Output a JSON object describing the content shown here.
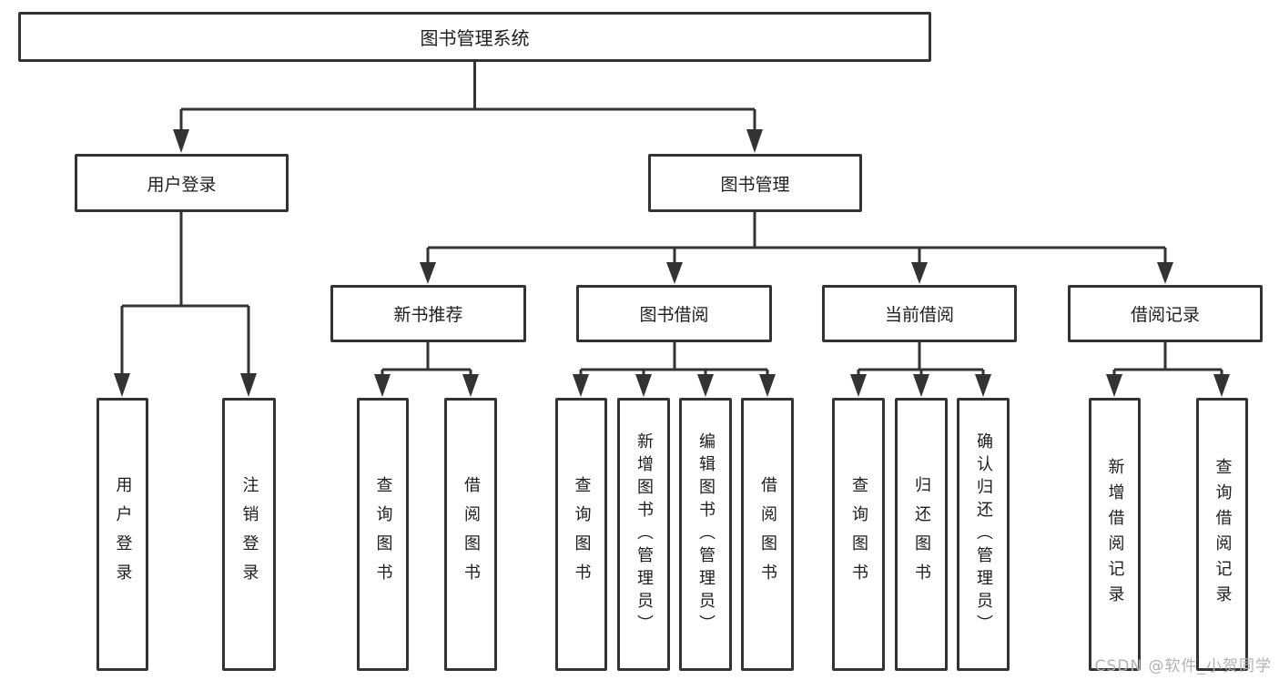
{
  "diagram_title": "图书管理系统",
  "tree": {
    "label": "图书管理系统",
    "children": [
      {
        "label": "用户登录",
        "children": [
          {
            "label": "用户登录"
          },
          {
            "label": "注销登录"
          }
        ]
      },
      {
        "label": "图书管理",
        "children": [
          {
            "label": "新书推荐",
            "children": [
              {
                "label": "查询图书"
              },
              {
                "label": "借阅图书"
              }
            ]
          },
          {
            "label": "图书借阅",
            "children": [
              {
                "label": "查询图书"
              },
              {
                "label": "新增图书（管理员）"
              },
              {
                "label": "编辑图书（管理员）"
              },
              {
                "label": "借阅图书"
              }
            ]
          },
          {
            "label": "当前借阅",
            "children": [
              {
                "label": "查询图书"
              },
              {
                "label": "归还图书"
              },
              {
                "label": "确认归还（管理员）"
              }
            ]
          },
          {
            "label": "借阅记录",
            "children": [
              {
                "label": "新增借阅记录"
              },
              {
                "label": "查询借阅记录"
              }
            ]
          }
        ]
      }
    ]
  },
  "watermark": {
    "text": "CSDN @软件_小贺同学"
  },
  "colors": {
    "line": "#333333",
    "text": "#1d1d1d",
    "watermark": "#b2b2b2",
    "background": "#ffffff"
  }
}
